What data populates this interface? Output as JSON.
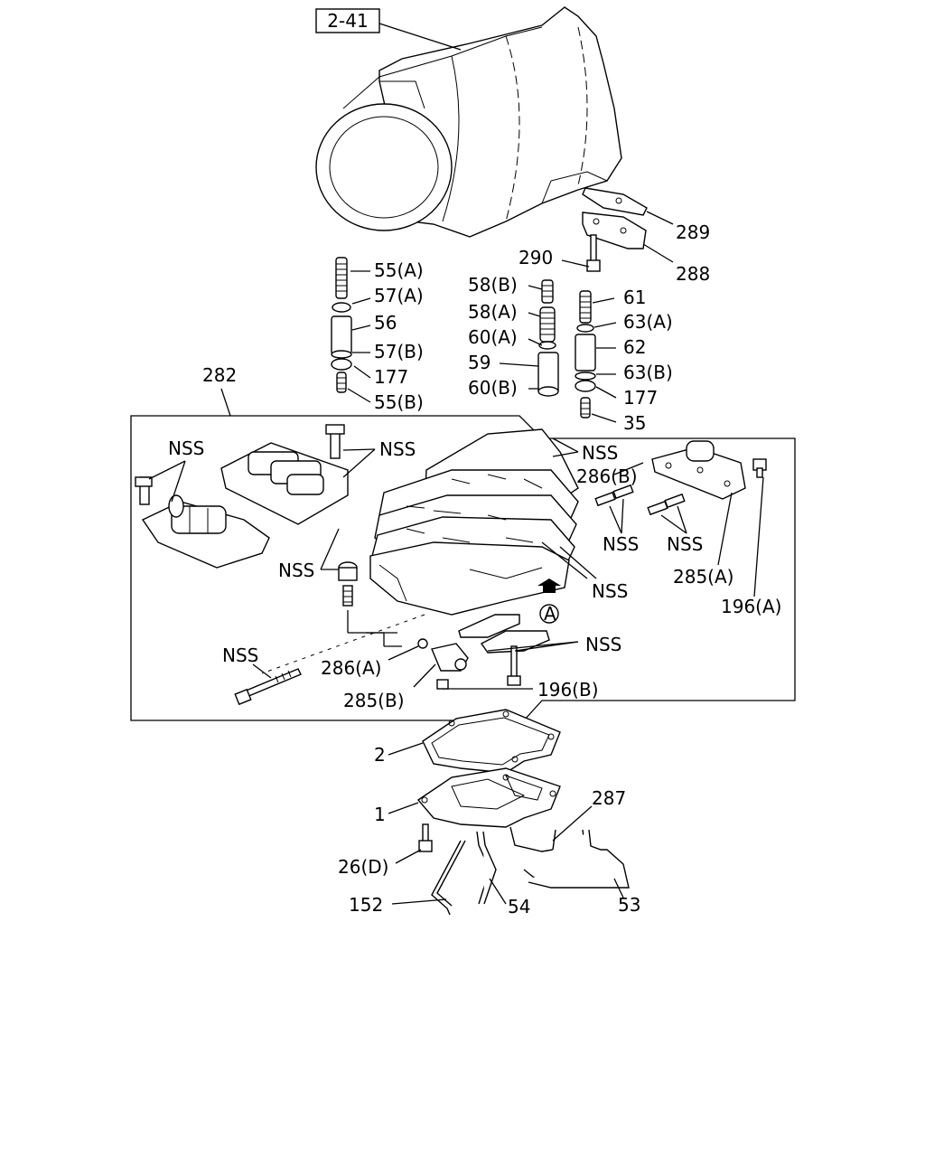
{
  "ref_box": "2-41",
  "callouts": {
    "c289": "289",
    "c288": "288",
    "c290": "290",
    "c55a": "55(A)",
    "c57a": "57(A)",
    "c56": "56",
    "c57b": "57(B)",
    "c177a": "177",
    "c55b": "55(B)",
    "c58b": "58(B)",
    "c58a": "58(A)",
    "c60a": "60(A)",
    "c59": "59",
    "c60b": "60(B)",
    "c61": "61",
    "c63a": "63(A)",
    "c62": "62",
    "c63b": "63(B)",
    "c177b": "177",
    "c35": "35",
    "c282": "282",
    "c286b": "286(B)",
    "c285a": "285(A)",
    "c196a": "196(A)",
    "c286a": "286(A)",
    "c285b": "285(B)",
    "c196b": "196(B)",
    "c2": "2",
    "c1": "1",
    "c287": "287",
    "c26d": "26(D)",
    "c152": "152",
    "c54": "54",
    "c53": "53",
    "circle_a": "A"
  },
  "nss": "NSS"
}
